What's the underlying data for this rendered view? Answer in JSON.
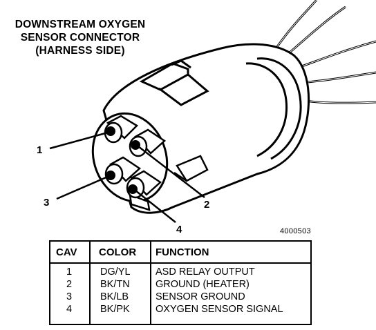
{
  "title": {
    "line1": "DOWNSTREAM OXYGEN",
    "line2": "SENSOR CONNECTOR",
    "line3": "(HARNESS SIDE)"
  },
  "figure_id": "4000503",
  "callouts": {
    "c1": "1",
    "c2": "2",
    "c3": "3",
    "c4": "4"
  },
  "table": {
    "headers": {
      "cav": "CAV",
      "color": "COLOR",
      "function": "FUNCTION"
    },
    "rows": [
      {
        "cav": "1",
        "color": "DG/YL",
        "function": "ASD RELAY OUTPUT"
      },
      {
        "cav": "2",
        "color": "BK/TN",
        "function": "GROUND (HEATER)"
      },
      {
        "cav": "3",
        "color": "BK/LB",
        "function": "SENSOR GROUND"
      },
      {
        "cav": "4",
        "color": "BK/PK",
        "function": "OXYGEN SENSOR SIGNAL"
      }
    ]
  }
}
